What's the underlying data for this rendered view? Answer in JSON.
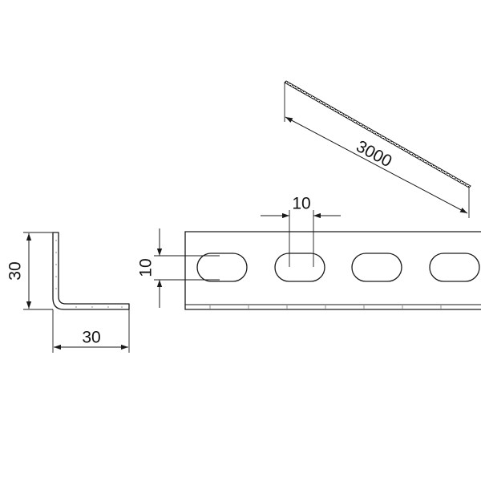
{
  "dimensions": {
    "length": "3000",
    "slot_width": "10",
    "slot_height": "10",
    "angle_height": "30",
    "angle_width": "30"
  },
  "colors": {
    "line": "#1a1a1a",
    "text": "#111111",
    "background": "#ffffff"
  }
}
